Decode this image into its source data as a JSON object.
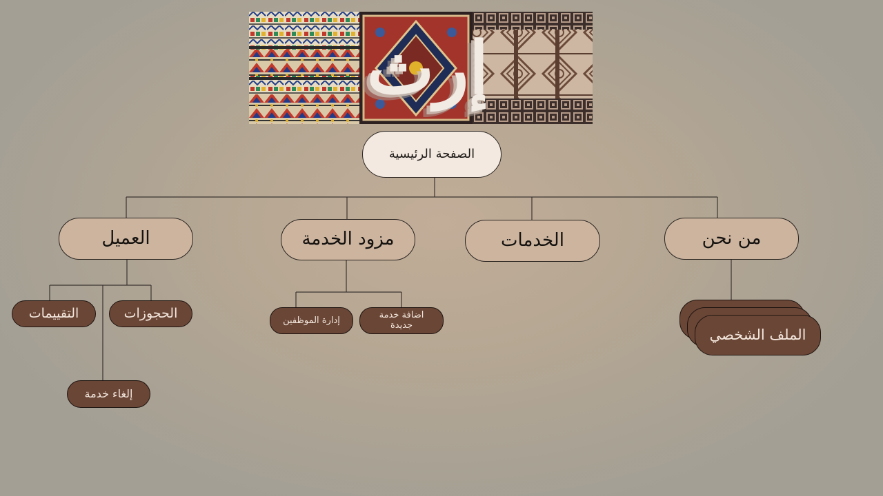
{
  "banner": {
    "logo_text": "إرث"
  },
  "sitemap": {
    "root": "الصفحة الرئيسية",
    "sections": {
      "client": {
        "label": "العميل",
        "children": {
          "bookings": "الحجوزات",
          "ratings": "التقييمات",
          "cancel": "إلغاء خدمة"
        }
      },
      "provider": {
        "label": "مزود الخدمة",
        "children": {
          "add_service": "اضافة خدمة جديدة",
          "manage_staff": "إدارة الموظفين"
        }
      },
      "services": {
        "label": "الخدمات"
      },
      "about": {
        "label": "من نحن",
        "children": {
          "profile": "الملف الشخصي"
        }
      }
    }
  },
  "colors": {
    "main_node": "#ccb49f",
    "sub_node": "#6a4636",
    "root_node": "#f3e9e0",
    "line": "#3b3430"
  }
}
